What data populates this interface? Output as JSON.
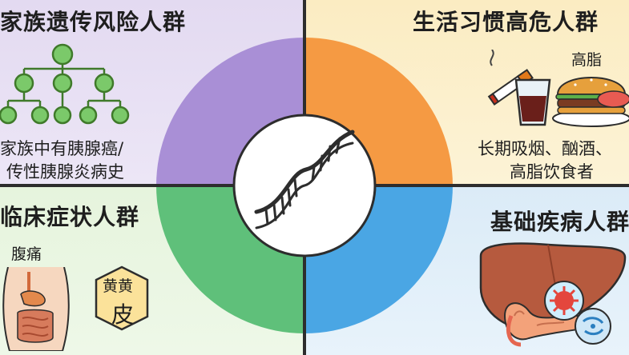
{
  "colors": {
    "family_bg": "#e8e0f3",
    "lifestyle_bg": "#fbefc9",
    "clinical_bg": "#e4f3dc",
    "disease_bg": "#deeef8",
    "family_ring": "#a98fd6",
    "lifestyle_ring": "#f59a43",
    "clinical_ring": "#5fc07a",
    "disease_ring": "#4aa6e4",
    "divider": "#2d2d2d"
  },
  "family": {
    "title": "家族遗传风险人群",
    "line1": "家族中有胰腺癌/",
    "line2": "传性胰腺炎病史",
    "icon": "family-tree-icon"
  },
  "lifestyle": {
    "title": "生活习惯高危人群",
    "fat_label": "高脂",
    "line1": "长期吸烟、酗酒、",
    "line2": "高脂饮食者",
    "icons": [
      "cigarette-icon",
      "cola-glass-icon",
      "burger-icon"
    ]
  },
  "clinical": {
    "title": "临床症状人群",
    "pain_label": "腹痛",
    "jaundice_label": "黄黄",
    "skin_label": "皮",
    "icons": [
      "torso-intestines-icon",
      "jaundice-badge-icon"
    ]
  },
  "disease": {
    "title": "基础疾病人群",
    "icons": [
      "liver-icon",
      "pancreas-icon",
      "virus-icon",
      "cell-icon"
    ]
  },
  "center": {
    "icon": "dna-icon"
  }
}
